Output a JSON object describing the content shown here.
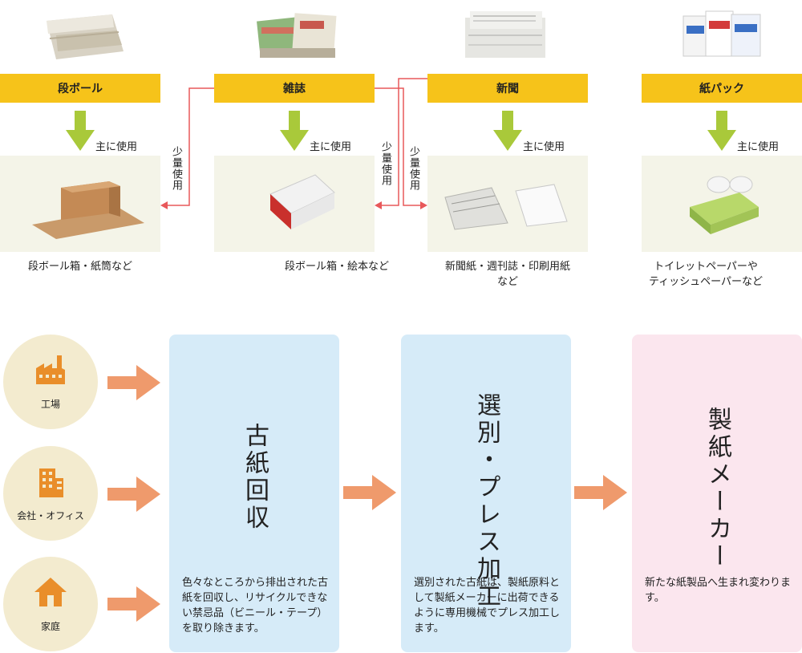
{
  "categories": [
    {
      "name": "段ボール",
      "main_use": "主に使用",
      "caption": [
        "段ボール箱・紙筒など"
      ]
    },
    {
      "name": "雑誌",
      "main_use": "主に使用",
      "caption": [
        "段ボール箱・絵本など"
      ]
    },
    {
      "name": "新聞",
      "main_use": "主に使用",
      "caption": [
        "新聞紙・週刊誌・印刷用紙",
        "など"
      ]
    },
    {
      "name": "紙パック",
      "main_use": "主に使用",
      "caption": [
        "トイレットペーパーや",
        "ティッシュペーパーなど"
      ]
    }
  ],
  "small_use": "少量使用",
  "sources": [
    {
      "label": "工場",
      "icon": "factory-icon"
    },
    {
      "label": "会社・オフィス",
      "icon": "office-building-icon"
    },
    {
      "label": "家庭",
      "icon": "house-icon"
    }
  ],
  "stages": [
    {
      "title": "古紙回収",
      "desc": "色々なところから排出された古紙を回収し、リサイクルできない禁忌品（ビニール・テープ）を取り除きます。"
    },
    {
      "title": "選別・プレス加工",
      "desc": "選別された古紙は、製紙原料として製紙メーカーに出荷できるように専用機械でプレス加工します。"
    },
    {
      "title": "製紙メーカー",
      "desc": "新たな紙製品へ生まれ変わります。"
    }
  ],
  "colors": {
    "category_bar": "#f6c31a",
    "main_arrow": "#a9c93a",
    "small_use_line": "#e8585a",
    "flow_arrow": "#ef9a6c",
    "stage_blue": "#d6ebf8",
    "stage_pink": "#fbe6ee",
    "source_circle": "#f3ebcf",
    "icon_orange": "#e98e2a"
  }
}
